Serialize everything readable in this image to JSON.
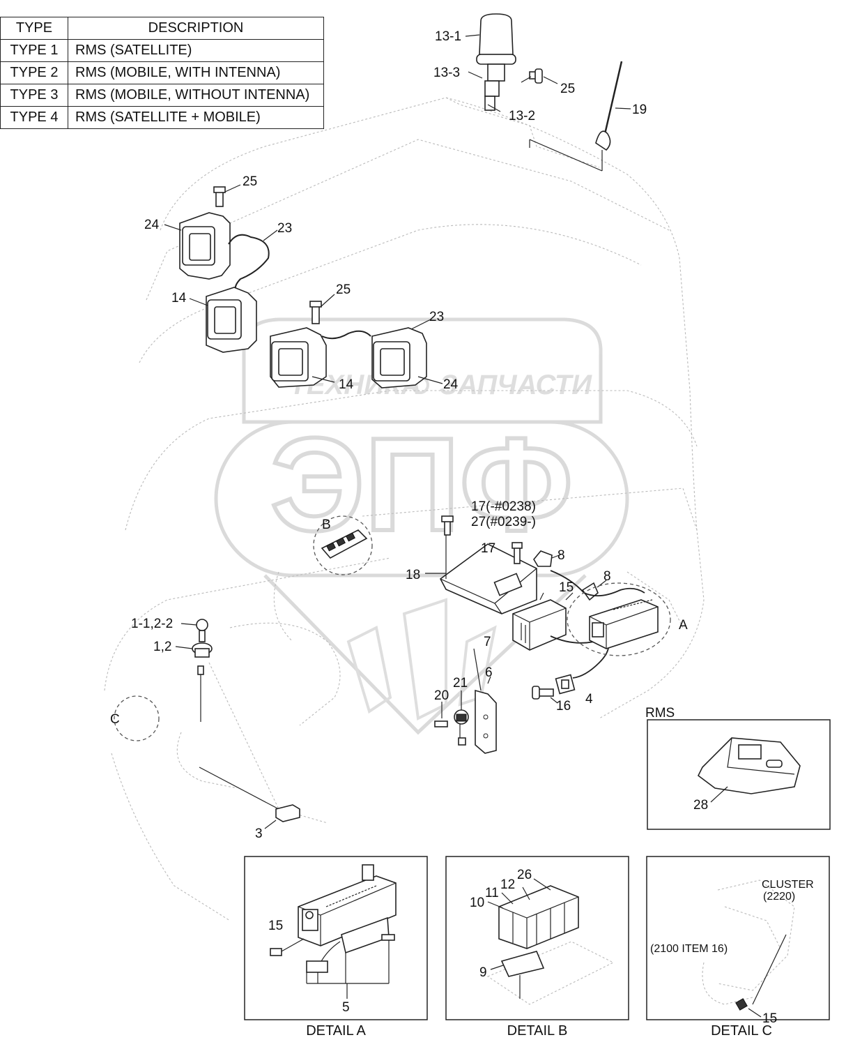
{
  "table": {
    "headers": [
      "TYPE",
      "DESCRIPTION"
    ],
    "rows": [
      {
        "type": "TYPE 1",
        "desc": "RMS (SATELLITE)"
      },
      {
        "type": "TYPE 2",
        "desc": "RMS (MOBILE, WITH INTENNA)"
      },
      {
        "type": "TYPE 3",
        "desc": "RMS (MOBILE, WITHOUT INTENNA)"
      },
      {
        "type": "TYPE 4",
        "desc": "RMS (SATELLITE + MOBILE)"
      }
    ]
  },
  "labels": {
    "l13_1": "13-1",
    "l13_3": "13-3",
    "l25a": "25",
    "l13_2": "13-2",
    "l19": "19",
    "l25b": "25",
    "l24a": "24",
    "l23a": "23",
    "l14a": "14",
    "l25c": "25",
    "l23b": "23",
    "l14b": "14",
    "l24b": "24",
    "l17a": "17(-#0238)",
    "l27": "27(#0239-)",
    "lB": "B",
    "l17b": "17",
    "l8a": "8",
    "l18": "18",
    "l8b": "8",
    "l15": "15",
    "lA": "A",
    "l1_1": "1-1,2-2",
    "l1_2": "1,2",
    "lC": "C",
    "l7": "7",
    "l6": "6",
    "l21": "21",
    "l20": "20",
    "l16": "16",
    "l4": "4",
    "l3": "3"
  },
  "rms_box": {
    "title": "RMS",
    "part": "28"
  },
  "details": {
    "a": {
      "caption": "DETAIL A",
      "l15": "15",
      "l5": "5"
    },
    "b": {
      "caption": "DETAIL B",
      "l26": "26",
      "l12": "12",
      "l11": "11",
      "l10": "10",
      "l9": "9"
    },
    "c": {
      "caption": "DETAIL C",
      "cluster": "CLUSTER",
      "cluster_no": "(2220)",
      "ref": "(2100 ITEM 16)",
      "l15": "15"
    }
  },
  "watermark": {
    "text1": "ТЕХНИКА",
    "text2": "ЗАПЧАСТИ",
    "logo": "ЭПФ"
  },
  "colors": {
    "line": "#222222",
    "ghost": "#b9b9b9",
    "watermark": "#c4c4c4"
  }
}
